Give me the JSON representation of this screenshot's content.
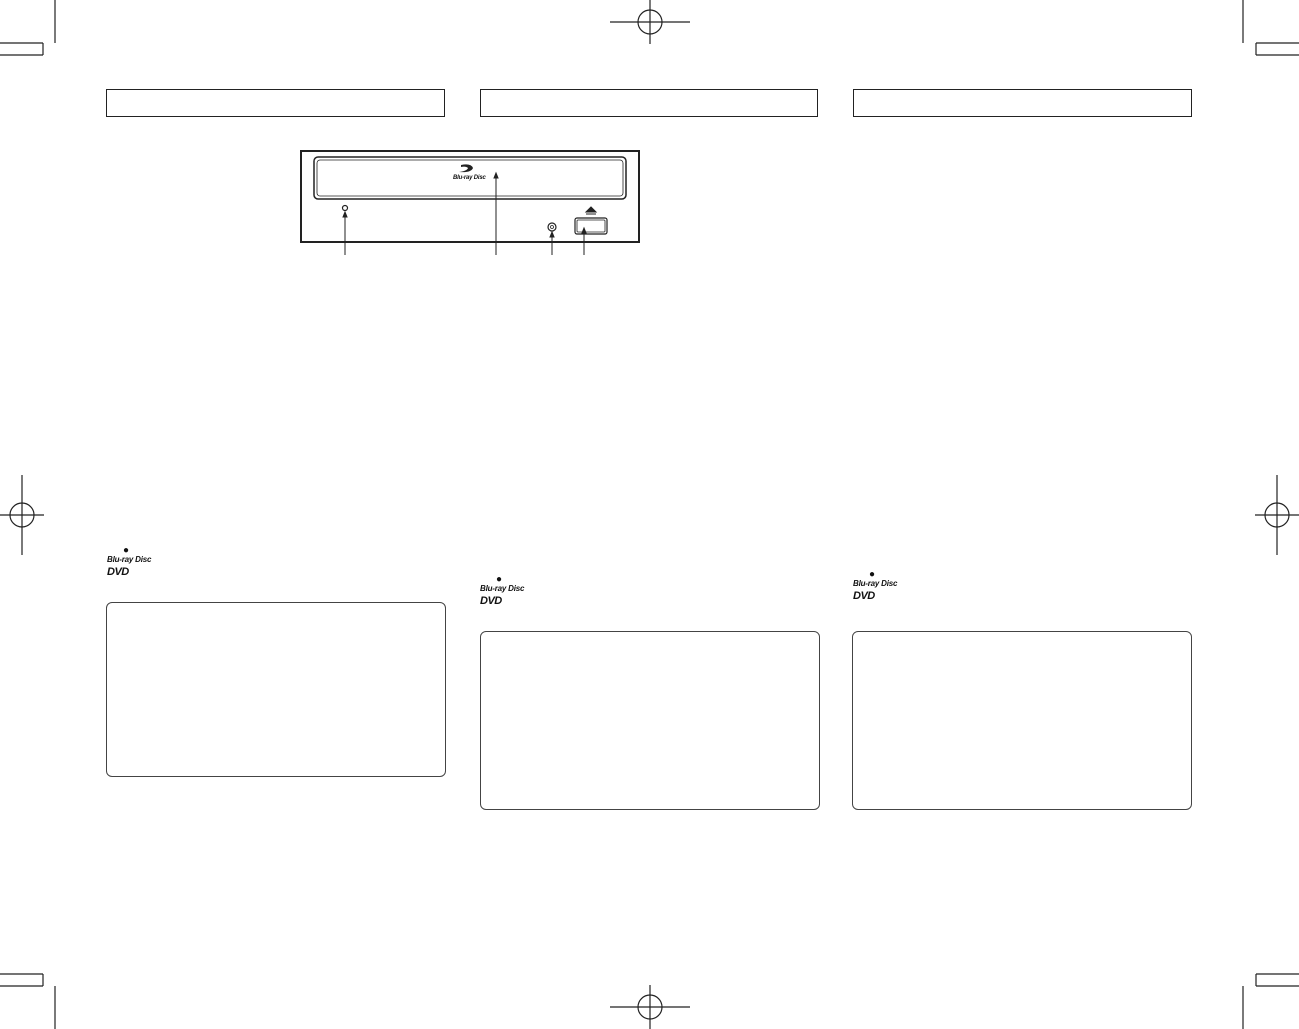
{
  "logos": {
    "bluray": "Blu-ray Disc",
    "dvd": "DVD"
  },
  "drive": {
    "tray_logo": "Blu-ray Disc",
    "eject_icon": "eject-icon"
  },
  "colors": {
    "ink": "#222222"
  }
}
